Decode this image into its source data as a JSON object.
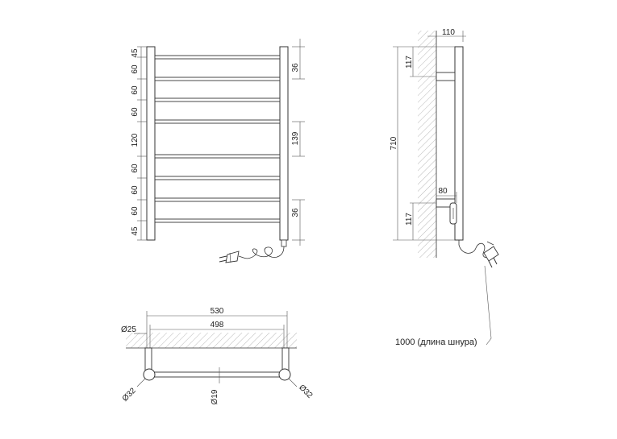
{
  "front_view": {
    "left_dims": [
      "45",
      "60",
      "60",
      "60",
      "120",
      "60",
      "60",
      "60",
      "45"
    ],
    "right_dims": {
      "top": "36",
      "middle": "139",
      "bottom": "36"
    }
  },
  "side_view": {
    "width": "110",
    "height": "710",
    "bracket_top": "117",
    "bracket_bottom": "117",
    "offset": "80",
    "cord_note": "1000 (длина шнура)"
  },
  "top_view": {
    "overall_width": "530",
    "axis_width": "498",
    "post_diameter": "Ø25",
    "left_mount": "Ø32",
    "right_mount": "Ø32",
    "bar_diameter": "Ø19"
  }
}
